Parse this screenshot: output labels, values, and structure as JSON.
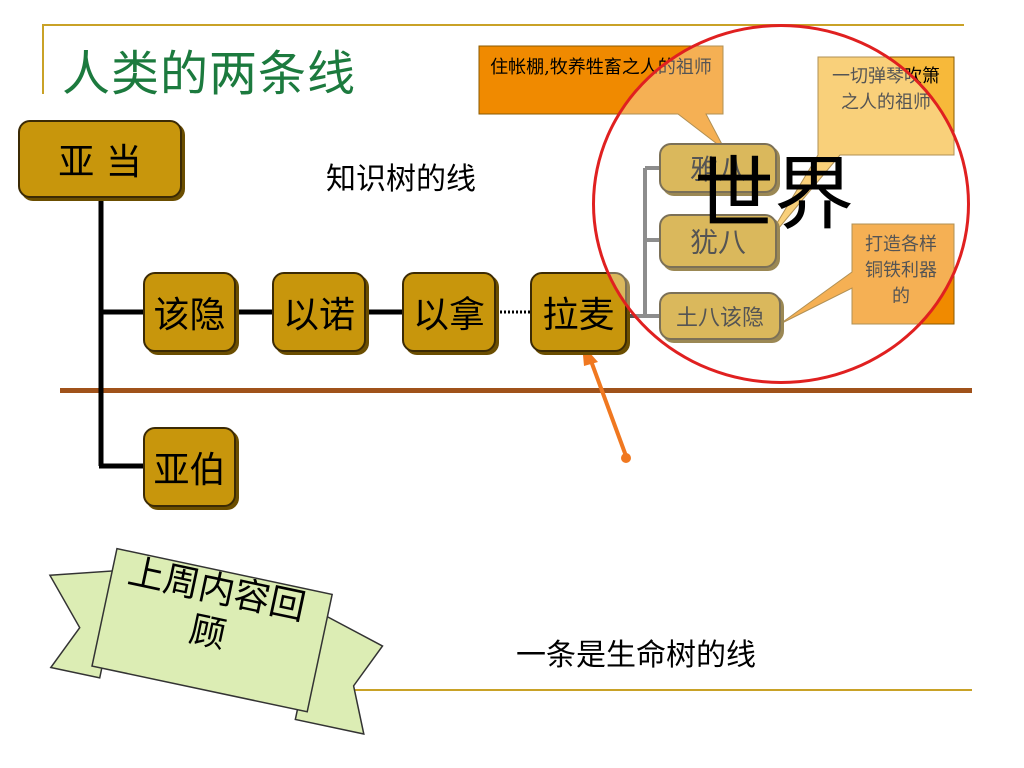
{
  "title": "人类的两条线",
  "boxes": {
    "adam": "亚 当",
    "enosh": "该隐",
    "enoch": "以诺",
    "irad": "以拿",
    "lamech": "拉麦",
    "abel": "亚伯",
    "jabal": "雅八",
    "jubal": "犹八",
    "tubal": "土八该隐"
  },
  "labels": {
    "knowledge_tree": "知识树的线",
    "life_tree": "一条是生命树的线",
    "world": "世界"
  },
  "callouts": {
    "jabal": "住帐棚,牧养牲畜之人的祖师",
    "jubal": "一切弹琴吹箫之人的祖师",
    "tubal": "打造各样铜铁利器的"
  },
  "banner": "上周内容回顾",
  "colors": {
    "box_fill": "#c8960c",
    "callout_fill": "#f7b93a",
    "callout_dark": "#f08a00",
    "title": "#1c7a3e",
    "divider": "#a0521a",
    "circle": "#e02020",
    "arrow": "#f07820",
    "banner": "#dcedb4"
  }
}
